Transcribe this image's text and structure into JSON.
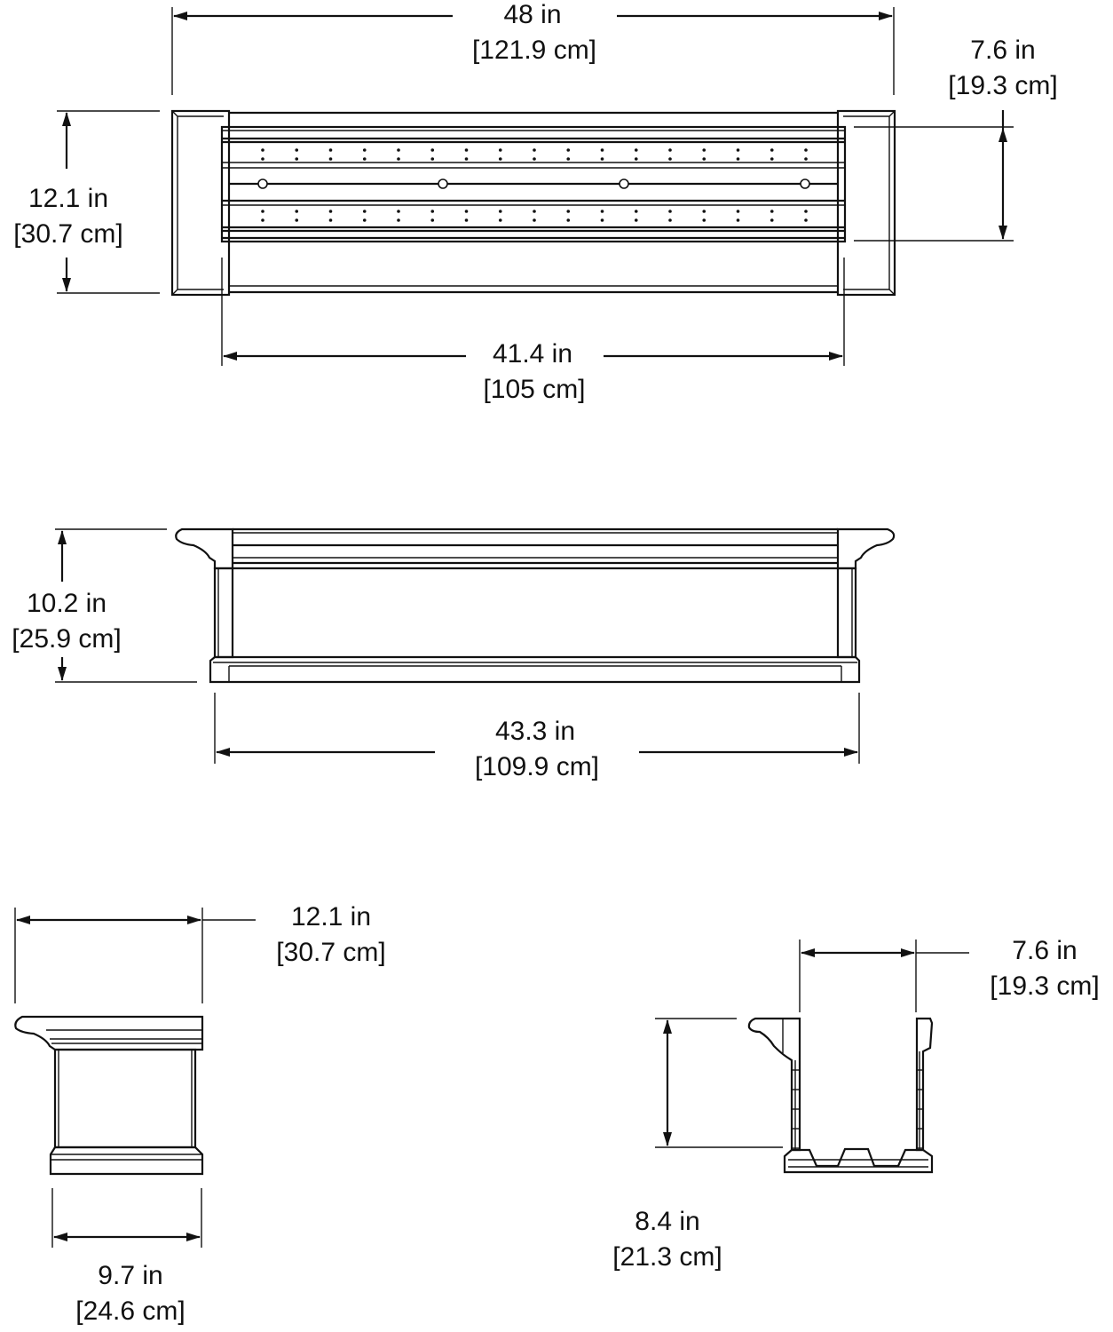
{
  "top_view": {
    "overall_length": {
      "in": "48 in",
      "cm": "[121.9 cm]"
    },
    "inner_width": {
      "in": "7.6 in",
      "cm": "[19.3 cm]"
    },
    "overall_width": {
      "in": "12.1 in",
      "cm": "[30.7 cm]"
    },
    "inner_length": {
      "in": "41.4 in",
      "cm": "[105 cm]"
    }
  },
  "front_view": {
    "height": {
      "in": "10.2 in",
      "cm": "[25.9 cm]"
    },
    "base_length": {
      "in": "43.3 in",
      "cm": "[109.9 cm]"
    }
  },
  "side_view": {
    "top_width": {
      "in": "12.1 in",
      "cm": "[30.7 cm]"
    },
    "base_width": {
      "in": "9.7 in",
      "cm": "[24.6 cm]"
    }
  },
  "section_view": {
    "inner_width": {
      "in": "7.6 in",
      "cm": "[19.3 cm]"
    },
    "inner_depth": {
      "in": "8.4 in",
      "cm": "[21.3 cm]"
    }
  }
}
